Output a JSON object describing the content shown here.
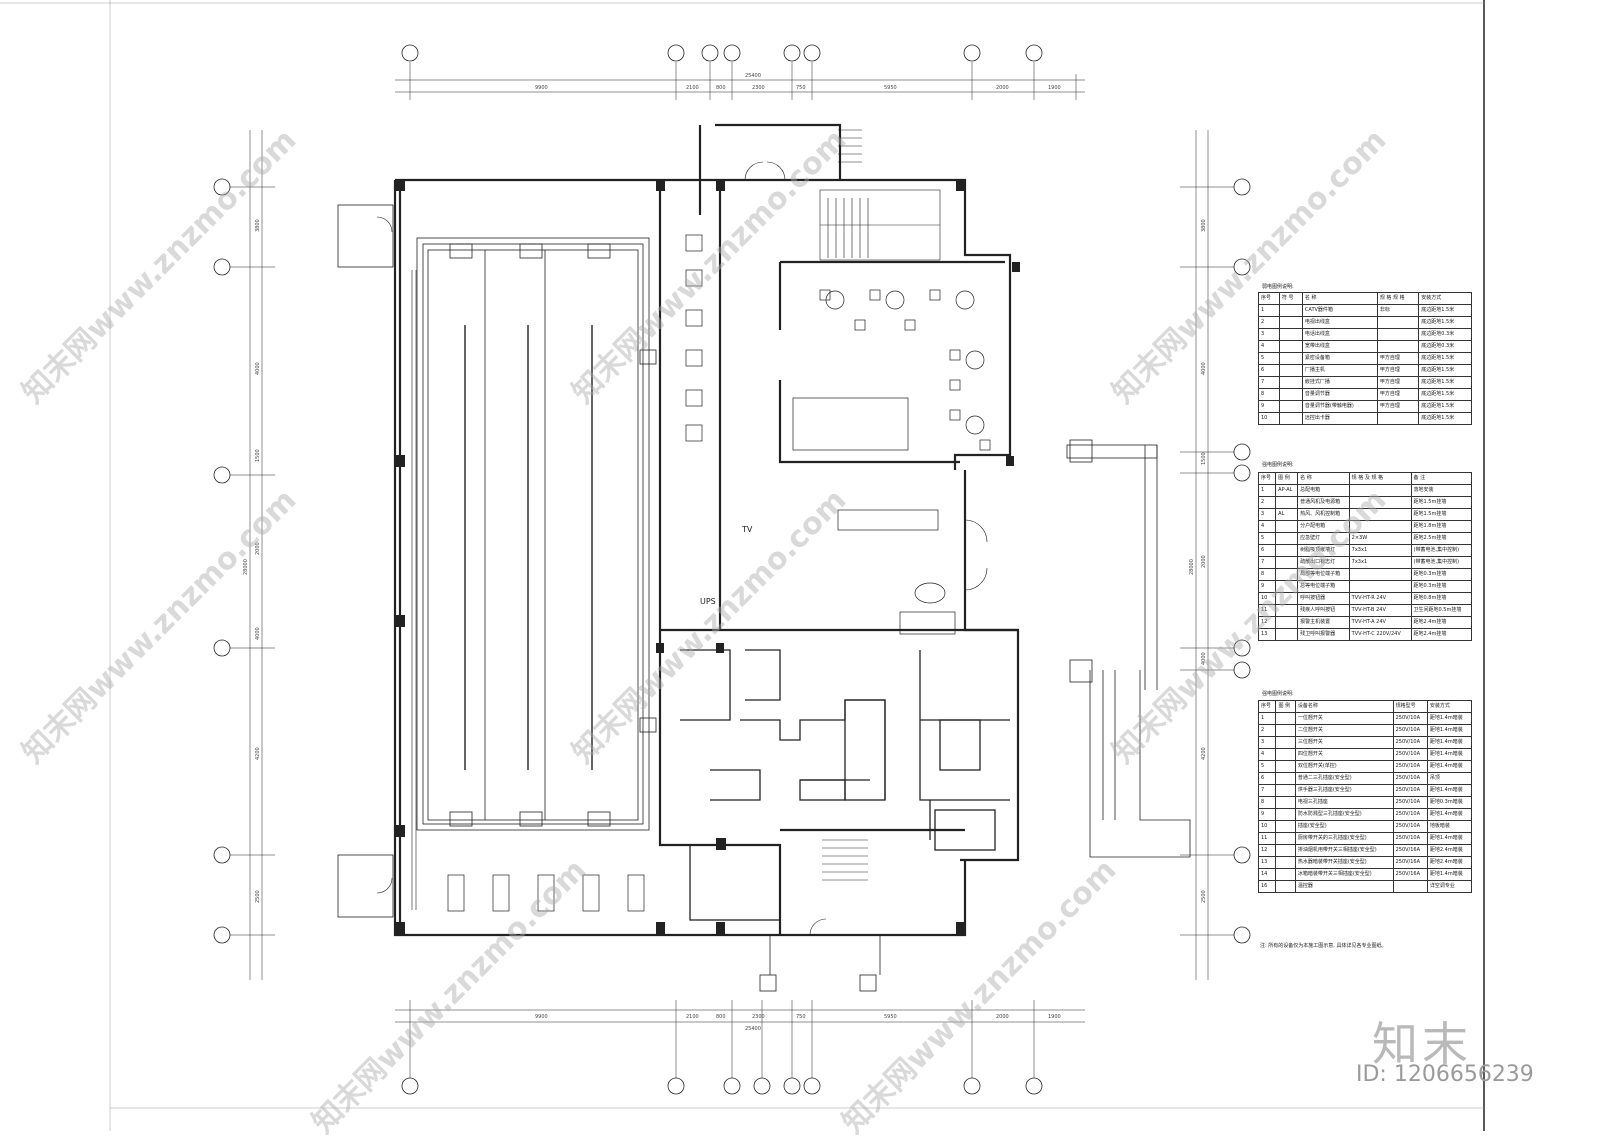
{
  "dims": {
    "total": "25400",
    "top": [
      "9900",
      "2100",
      "800",
      "2300",
      "750",
      "5950",
      "2000",
      "1900"
    ],
    "bottom": [
      "9900",
      "2100",
      "800",
      "2300",
      "750",
      "5950",
      "2000",
      "1900"
    ],
    "left": [
      "3800",
      "4000",
      "1500",
      "2000",
      "4000",
      "4200",
      "2500"
    ],
    "right": [
      "3800",
      "4000",
      "1500",
      "2000",
      "4000",
      "4200",
      "2500"
    ],
    "vtotal": "28000"
  },
  "plan_labels": {
    "tv": "TV",
    "ups": "UPS"
  },
  "legend1": {
    "title": "弱电图例说明:",
    "headers": [
      "序号",
      "符 号",
      "名 称",
      "规 格 规 格",
      "安装方式"
    ],
    "rows": [
      [
        "1",
        "",
        "CATV器件箱",
        "非标",
        "底边距地1.5米"
      ],
      [
        "2",
        "",
        "电视出线盒",
        "",
        "底边距地1.5米"
      ],
      [
        "3",
        "",
        "电话出线盒",
        "",
        "底边距地0.3米"
      ],
      [
        "4",
        "",
        "宽带出线盒",
        "",
        "底边距地0.3米"
      ],
      [
        "5",
        "",
        "紧密设备箱",
        "甲方自理",
        "底边距地1.5米"
      ],
      [
        "6",
        "",
        "厂播主机",
        "甲方自理",
        "底边距地1.5米"
      ],
      [
        "7",
        "",
        "嵌挂式厂播",
        "甲方自理",
        "底边距地1.5米"
      ],
      [
        "8",
        "",
        "音量调节器",
        "甲方自理",
        "底边距地1.5米"
      ],
      [
        "9",
        "",
        "音量调节器(带触电器)",
        "甲方自理",
        "底边距地1.5米"
      ],
      [
        "10",
        "",
        "远控出卡器",
        "",
        "底边距地1.5米"
      ]
    ]
  },
  "legend2": {
    "title": "强电图例说明:",
    "headers": [
      "序号",
      "图 例",
      "名 称",
      "规 格 及 规 格",
      "备 注"
    ],
    "rows": [
      [
        "1",
        "AP-AL",
        "总配电箱",
        "",
        "落地安装"
      ],
      [
        "2",
        "",
        "普通风机及电源箱",
        "",
        "距地1.5m挂墙"
      ],
      [
        "3",
        "AL",
        "热风、风机控制箱",
        "",
        "距地1.5m挂墙"
      ],
      [
        "4",
        "",
        "分户配电箱",
        "",
        "距地1.8m挂墙"
      ],
      [
        "5",
        "",
        "应急壁灯",
        "2×3W",
        "距地2.5m挂墙"
      ],
      [
        "6",
        "",
        "树脂吸顶嵌墙灯",
        "7x3x1",
        "(带蓄电池,集中控制)"
      ],
      [
        "7",
        "",
        "疏散出口标志灯",
        "7x3x1",
        "(带蓄电池,集中控制)"
      ],
      [
        "8",
        "",
        "局部等电位端子箱",
        "",
        "距地0.3m挂墙"
      ],
      [
        "9",
        "",
        "总等电位端子箱",
        "",
        "距地0.3m挂墙"
      ],
      [
        "10",
        "",
        "呼叫按钮器",
        "TVV-HT-R 24V",
        "距地0.8m挂墙"
      ],
      [
        "11",
        "",
        "残疾人呼叫按钮",
        "TVV-HT-B 24V",
        "卫生间距地0.5m挂墙"
      ],
      [
        "12",
        "",
        "报警主机装置",
        "TVV-HT-A 24V",
        "距地2.4m挂墙"
      ],
      [
        "13",
        "",
        "残卫呼叫报警器",
        "TVV-HT-C 220V/24V",
        "距地2.4m挂墙"
      ]
    ]
  },
  "legend3": {
    "title": "强电图例说明:",
    "headers": [
      "序号",
      "图 例",
      "设备名称",
      "规格型号",
      "安装方式"
    ],
    "rows": [
      [
        "1",
        "",
        "一位翘开关",
        "250V/10A",
        "距地1.4m暗装"
      ],
      [
        "2",
        "",
        "二位翘开关",
        "250V/10A",
        "距地1.4m暗装"
      ],
      [
        "3",
        "",
        "三位翘开关",
        "250V/10A",
        "距地1.4m暗装"
      ],
      [
        "4",
        "",
        "四位翘开关",
        "250V/10A",
        "距地1.4m暗装"
      ],
      [
        "5",
        "",
        "双位翘开关(单控)",
        "250V/10A",
        "距地1.4m暗装"
      ],
      [
        "6",
        "",
        "普通二三孔插座(安全型)",
        "250V/10A",
        "吊顶"
      ],
      [
        "7",
        "",
        "烘手器三孔插座(安全型)",
        "250V/10A",
        "距地1.4m暗装"
      ],
      [
        "8",
        "",
        "电视三孔插座",
        "250V/10A",
        "距地0.3m暗装"
      ],
      [
        "9",
        "",
        "防水防溅型三孔插座(安全型)",
        "250V/10A",
        "距地1.4m暗装"
      ],
      [
        "10",
        "",
        "插座(安全型)",
        "250V/10A",
        "地板暗装"
      ],
      [
        "11",
        "",
        "厨房带开关的三孔插座(安全型)",
        "250V/10A",
        "距地1.4m暗装"
      ],
      [
        "12",
        "",
        "排油烟机用带开关三相插座(安全型)",
        "250V/16A",
        "距地2.4m暗装"
      ],
      [
        "13",
        "",
        "热水器暗装带开关插座(安全型)",
        "250V/16A",
        "距地2.4m暗装"
      ],
      [
        "14",
        "",
        "冰箱暗装带开关三相插座(安全型)",
        "250V/16A",
        "距地1.4m暗装"
      ],
      [
        "16",
        "",
        "温控器",
        "",
        "详空调专业"
      ]
    ],
    "note": "注: 所有的设备仅为本施工图示意, 具体详见各专业图纸。"
  },
  "watermark": "知末网www.znzmo.com",
  "brand": "知末",
  "id_text": "ID: 1206656239"
}
